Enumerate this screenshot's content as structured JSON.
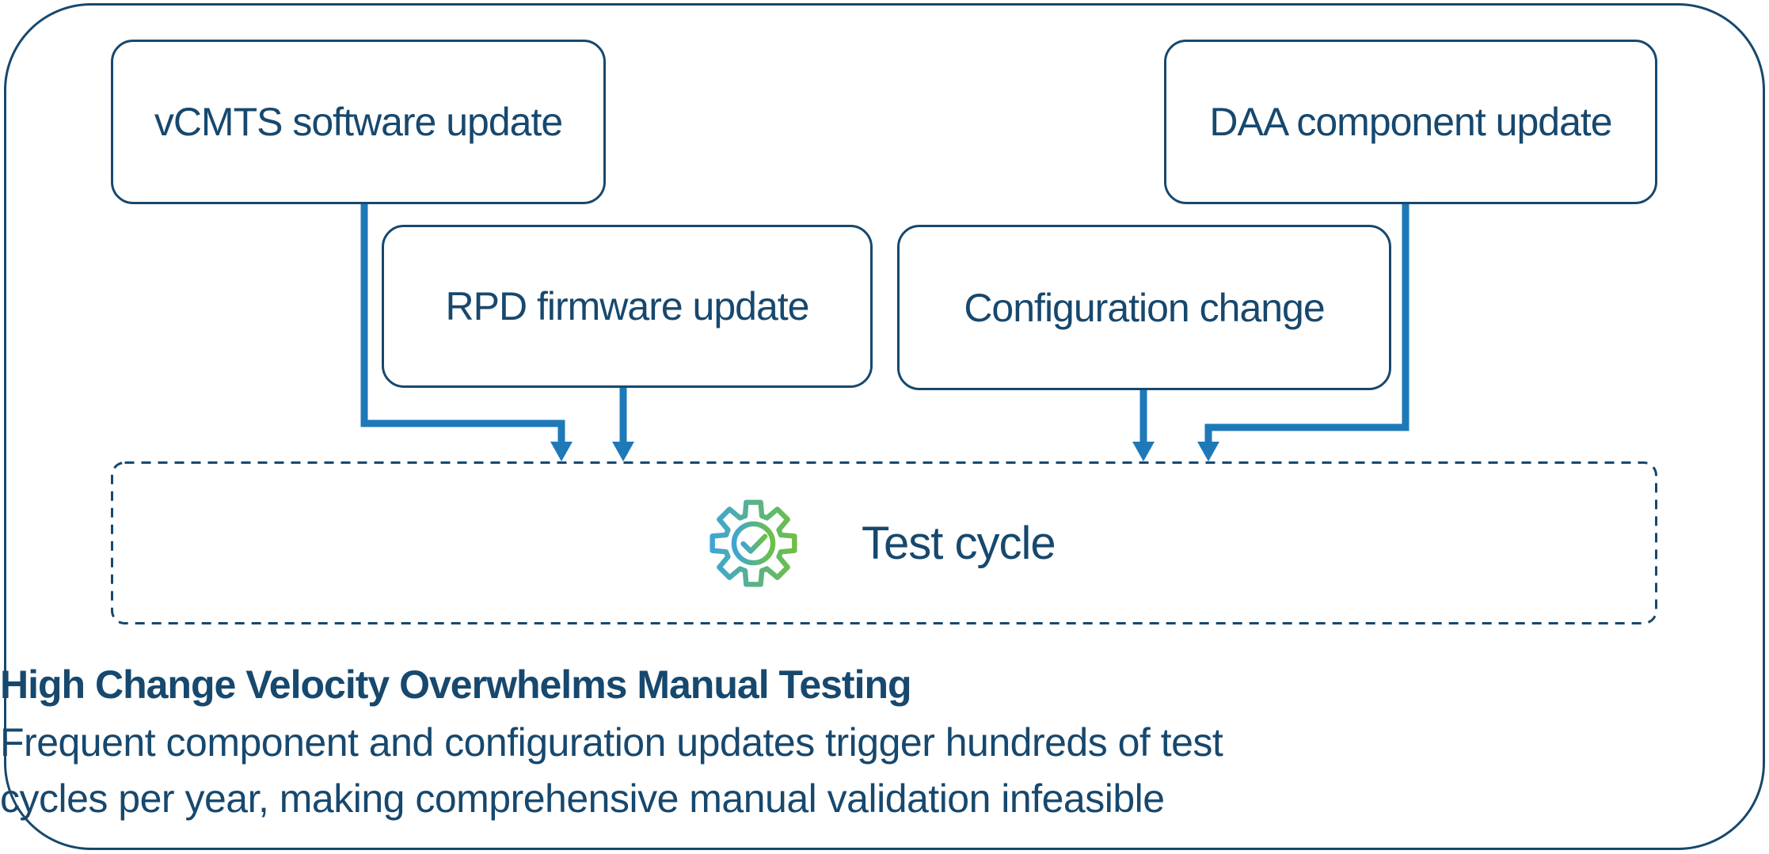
{
  "diagram": {
    "colors": {
      "navy": "#17486E",
      "arrow_blue": "#1E79B9",
      "icon_gradient_start": "#3FA5D5",
      "icon_gradient_end": "#6FBF44",
      "background": "#FFFFFF"
    },
    "source_boxes": [
      {
        "id": "vcmts",
        "label": "vCMTS software update"
      },
      {
        "id": "rpd",
        "label": "RPD firmware update"
      },
      {
        "id": "config",
        "label": "Configuration change"
      },
      {
        "id": "daa",
        "label": "DAA component update"
      }
    ],
    "target_box": {
      "label": "Test cycle",
      "icon": "gear-check-icon"
    },
    "caption": {
      "title": "High Change Velocity Overwhelms Manual Testing",
      "body_line1": "Frequent component and configuration updates trigger hundreds of test",
      "body_line2": "cycles per year, making comprehensive manual validation infeasible"
    }
  }
}
